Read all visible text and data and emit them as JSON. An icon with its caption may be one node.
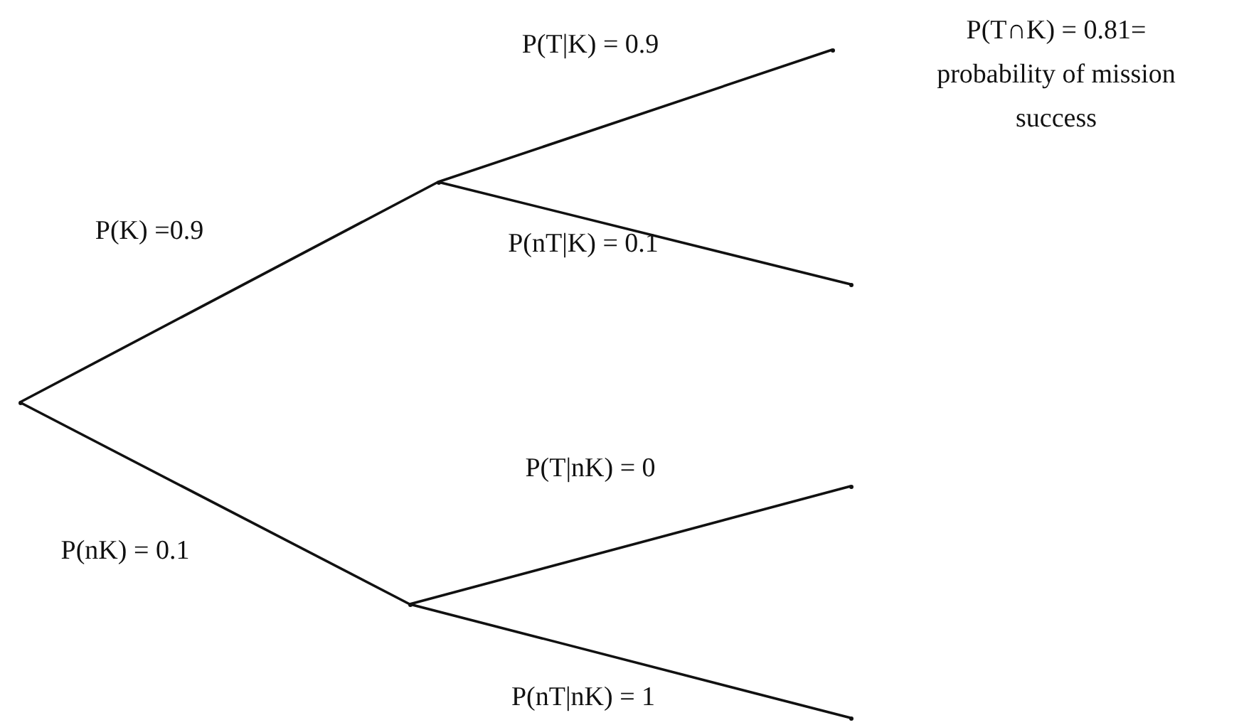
{
  "diagram": {
    "nodes": [
      {
        "text": [],
        "shape": "point"
      },
      {
        "text": [],
        "shape": "point"
      },
      {
        "text": [],
        "shape": "point"
      },
      {
        "text": [],
        "shape": "point",
        "beside": [
          "P(T∩K) = 0.81= probability of mission success"
        ]
      },
      {
        "text": [],
        "shape": "point"
      },
      {
        "text": [],
        "shape": "point"
      },
      {
        "text": [],
        "shape": "point"
      }
    ],
    "edges": [
      {
        "from": 0,
        "to": 1,
        "arrow": "none",
        "label": "P(K) =0.9"
      },
      {
        "from": 0,
        "to": 2,
        "arrow": "none",
        "label": "P(nK) = 0.1"
      },
      {
        "from": 1,
        "to": 3,
        "arrow": "none",
        "label": "P(T|K) = 0.9"
      },
      {
        "from": 1,
        "to": 4,
        "arrow": "none",
        "label": "P(nT|K) = 0.1"
      },
      {
        "from": 2,
        "to": 5,
        "arrow": "none",
        "label": "P(T|nK) = 0"
      },
      {
        "from": 2,
        "to": 6,
        "arrow": "none",
        "label": "P(nT|nK) = 1"
      }
    ]
  }
}
